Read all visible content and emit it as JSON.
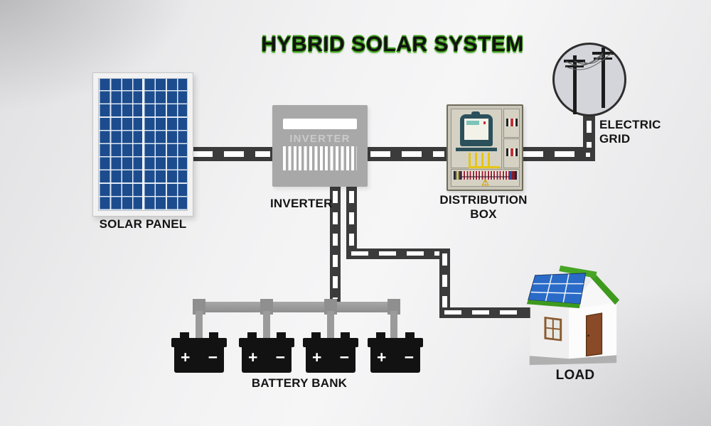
{
  "title": "HYBRID SOLAR SYSTEM",
  "colors": {
    "title_green": "#3fa01a",
    "wire_dark": "#3b3b3b",
    "solar_panel_blue": "#1c4c8e",
    "inverter_gray": "#a8a8a8",
    "busbar_gray": "#9b9b9b",
    "battery_black": "#121212",
    "distribution_box_beige": "#c9c6b8",
    "grid_circle_fill": "#d3d5da",
    "house_roof_green": "#3e9a1d",
    "house_door_brown": "#8a4a28",
    "warning_yellow": "#d8a000"
  },
  "diagram": {
    "solar_panel": {
      "label": "SOLAR PANEL"
    },
    "inverter": {
      "label": "INVERTER",
      "device_text": "INVERTER"
    },
    "distribution_box": {
      "label_line1": "DISTRIBUTION",
      "label_line2": "BOX",
      "warning_symbol": "⚠"
    },
    "electric_grid": {
      "label_line1": "ELECTRIC",
      "label_line2": "GRID"
    },
    "battery_bank": {
      "label": "BATTERY BANK",
      "battery_count": 4,
      "positive_symbol": "+",
      "negative_symbol": "−"
    },
    "load": {
      "label": "LOAD"
    }
  }
}
